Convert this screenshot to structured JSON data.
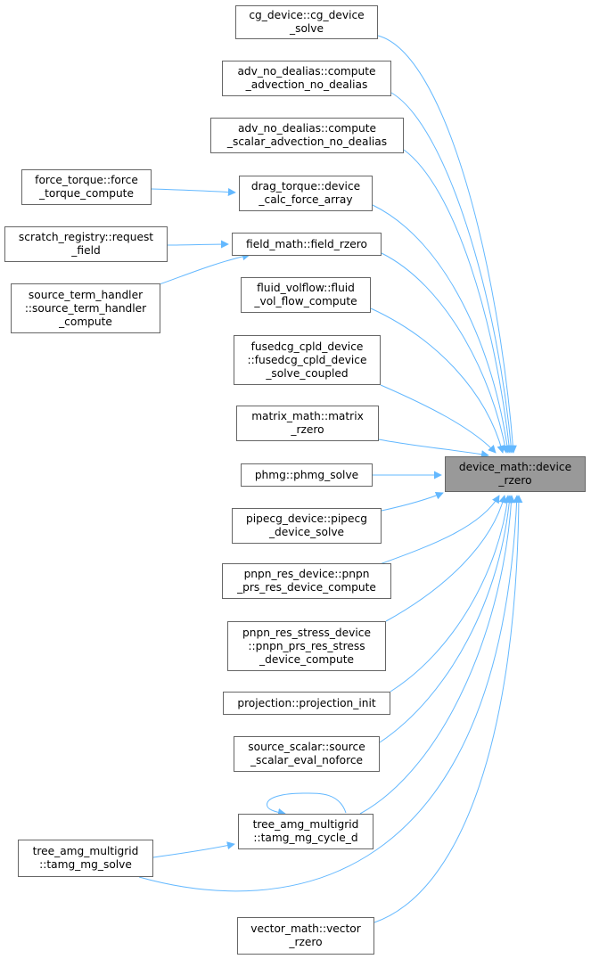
{
  "diagram": {
    "type": "call-graph",
    "colors": {
      "edge": "#63b8ff",
      "node_border": "#666666",
      "node_fill": "#ffffff",
      "root_fill": "#999999"
    },
    "root": {
      "id": "root",
      "lines": [
        "device_math::device",
        "_rzero"
      ]
    },
    "nodes": [
      {
        "id": "cg_device",
        "lines": [
          "cg_device::cg_device",
          "_solve"
        ]
      },
      {
        "id": "adv_comp",
        "lines": [
          "adv_no_dealias::compute",
          "_advection_no_dealias"
        ]
      },
      {
        "id": "adv_scalar",
        "lines": [
          "adv_no_dealias::compute",
          "_scalar_advection_no_dealias"
        ]
      },
      {
        "id": "force_torque",
        "lines": [
          "force_torque::force",
          "_torque_compute"
        ]
      },
      {
        "id": "drag_torque",
        "lines": [
          "drag_torque::device",
          "_calc_force_array"
        ]
      },
      {
        "id": "scratch",
        "lines": [
          "scratch_registry::request",
          "_field"
        ]
      },
      {
        "id": "field_rzero",
        "lines": [
          "field_math::field_rzero"
        ]
      },
      {
        "id": "source_term",
        "lines": [
          "source_term_handler",
          "::source_term_handler",
          "_compute"
        ]
      },
      {
        "id": "fluid_volflow",
        "lines": [
          "fluid_volflow::fluid",
          "_vol_flow_compute"
        ]
      },
      {
        "id": "fusedcg",
        "lines": [
          "fusedcg_cpld_device",
          "::fusedcg_cpld_device",
          "_solve_coupled"
        ]
      },
      {
        "id": "matrix_rzero",
        "lines": [
          "matrix_math::matrix",
          "_rzero"
        ]
      },
      {
        "id": "phmg",
        "lines": [
          "phmg::phmg_solve"
        ]
      },
      {
        "id": "pipecg",
        "lines": [
          "pipecg_device::pipecg",
          "_device_solve"
        ]
      },
      {
        "id": "pnpn_res",
        "lines": [
          "pnpn_res_device::pnpn",
          "_prs_res_device_compute"
        ]
      },
      {
        "id": "pnpn_stress",
        "lines": [
          "pnpn_res_stress_device",
          "::pnpn_prs_res_stress",
          "_device_compute"
        ]
      },
      {
        "id": "projection",
        "lines": [
          "projection::projection_init"
        ]
      },
      {
        "id": "source_scalar",
        "lines": [
          "source_scalar::source",
          "_scalar_eval_noforce"
        ]
      },
      {
        "id": "tamg_cycle",
        "lines": [
          "tree_amg_multigrid",
          "::tamg_mg_cycle_d"
        ]
      },
      {
        "id": "tamg_solve",
        "lines": [
          "tree_amg_multigrid",
          "::tamg_mg_solve"
        ]
      },
      {
        "id": "vector_rzero",
        "lines": [
          "vector_math::vector",
          "_rzero"
        ]
      }
    ],
    "edges": [
      {
        "from": "cg_device",
        "to": "root"
      },
      {
        "from": "adv_comp",
        "to": "root"
      },
      {
        "from": "adv_scalar",
        "to": "root"
      },
      {
        "from": "drag_torque",
        "to": "root"
      },
      {
        "from": "field_rzero",
        "to": "root"
      },
      {
        "from": "fluid_volflow",
        "to": "root"
      },
      {
        "from": "fusedcg",
        "to": "root"
      },
      {
        "from": "matrix_rzero",
        "to": "root"
      },
      {
        "from": "phmg",
        "to": "root"
      },
      {
        "from": "pipecg",
        "to": "root"
      },
      {
        "from": "pnpn_res",
        "to": "root"
      },
      {
        "from": "pnpn_stress",
        "to": "root"
      },
      {
        "from": "projection",
        "to": "root"
      },
      {
        "from": "source_scalar",
        "to": "root"
      },
      {
        "from": "tamg_cycle",
        "to": "root"
      },
      {
        "from": "tamg_solve",
        "to": "root"
      },
      {
        "from": "vector_rzero",
        "to": "root"
      },
      {
        "from": "force_torque",
        "to": "drag_torque"
      },
      {
        "from": "scratch",
        "to": "field_rzero"
      },
      {
        "from": "source_term",
        "to": "field_rzero"
      },
      {
        "from": "tamg_solve",
        "to": "tamg_cycle"
      },
      {
        "from": "tamg_cycle",
        "to": "tamg_cycle"
      }
    ]
  }
}
